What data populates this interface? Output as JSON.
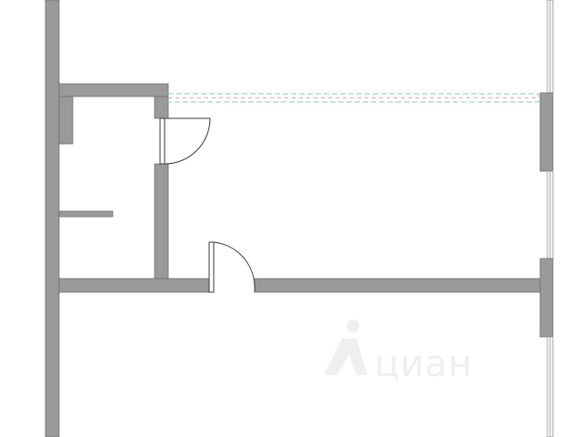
{
  "plan": {
    "colors": {
      "wall": "#9a9a9a",
      "wall_outline": "#6e6e6e",
      "background": "#ffffff",
      "divider_cyan": "#5fb8d4",
      "divider_red": "#e08080",
      "door_line": "#3a3a3a",
      "watermark": "#efefef"
    },
    "watermark": {
      "text": "циан",
      "icon": "cian-logo-icon"
    },
    "elements": [
      "outer-wall-left",
      "outer-wall-right",
      "bathroom-wall-top",
      "bathroom-wall-right",
      "bathroom-wall-bottom",
      "bathroom-partition",
      "corridor-wall",
      "door-bathroom",
      "door-room"
    ]
  }
}
